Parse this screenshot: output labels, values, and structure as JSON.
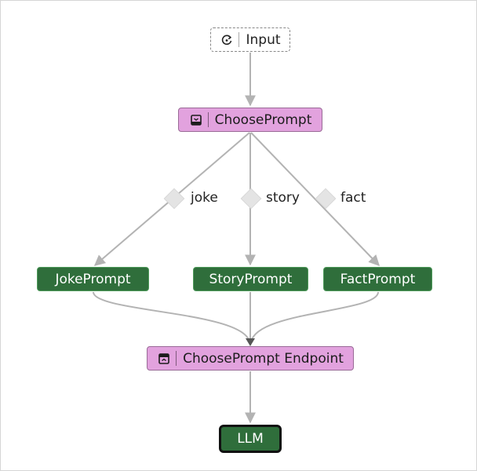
{
  "nodes": {
    "input": {
      "label": "Input",
      "icon": "cycle-arrow-icon"
    },
    "choose_prompt": {
      "label": "ChoosePrompt",
      "icon": "router-box-icon"
    },
    "joke_prompt": {
      "label": "JokePrompt"
    },
    "story_prompt": {
      "label": "StoryPrompt"
    },
    "fact_prompt": {
      "label": "FactPrompt"
    },
    "endpoint": {
      "label": "ChoosePrompt Endpoint",
      "icon": "endpoint-box-icon"
    },
    "llm": {
      "label": "LLM"
    }
  },
  "branches": {
    "joke": "joke",
    "story": "story",
    "fact": "fact"
  },
  "colors": {
    "router_fill": "#e2a2de",
    "prompt_fill": "#2f6e3b",
    "edge": "#b3b3b3",
    "diamond": "#e4e4e4"
  }
}
